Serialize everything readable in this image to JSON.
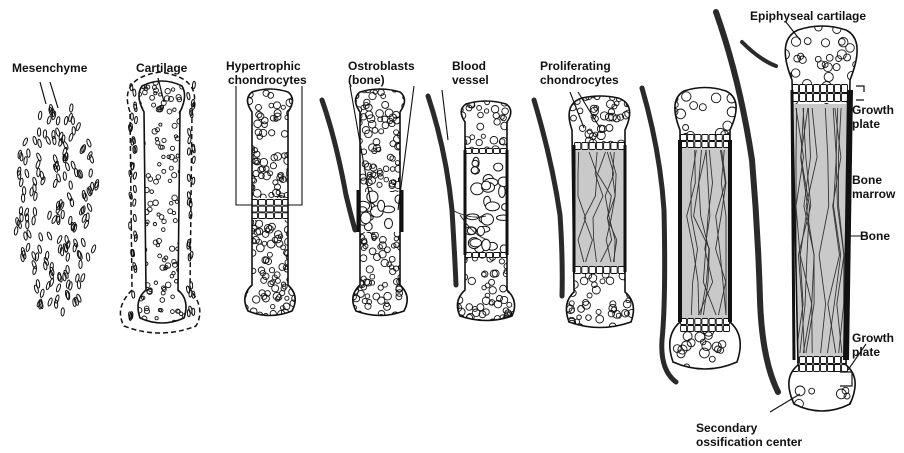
{
  "labels": {
    "mesenchyme": "Mesenchyme",
    "cartilage": "Cartilage",
    "hypertrophic_1": "Hypertrophic",
    "hypertrophic_2": "chondrocytes",
    "ostroblasts_1": "Ostroblasts",
    "ostroblasts_2": "(bone)",
    "blood_1": "Blood",
    "blood_2": "vessel",
    "proliferating_1": "Proliferating",
    "proliferating_2": "chondrocytes",
    "epiphyseal": "Epiphyseal cartilage",
    "growth_plate_top_1": "Growth",
    "growth_plate_top_2": "plate",
    "bone_marrow_1": "Bone",
    "bone_marrow_2": "marrow",
    "bone": "Bone",
    "growth_plate_bottom_1": "Growth",
    "growth_plate_bottom_2": "plate",
    "secondary_1": "Secondary",
    "secondary_2": "ossification center"
  },
  "colors": {
    "ink": "#111111",
    "marrow": "#c9c9c9",
    "vessel": "#2a2a2a"
  }
}
